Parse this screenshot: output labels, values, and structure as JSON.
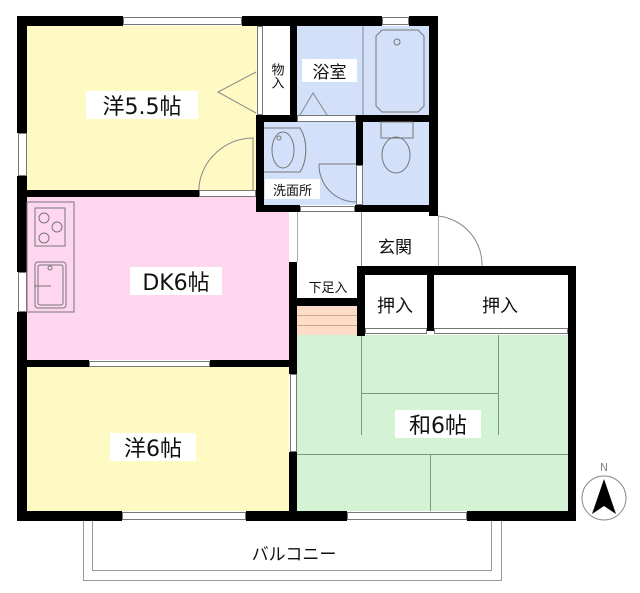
{
  "floorplan": {
    "rooms": {
      "western_bedroom_1": {
        "label": "洋5.5帖",
        "color": "#fff9c4"
      },
      "dining_kitchen": {
        "label": "DK6帖",
        "color": "#ffd6f0"
      },
      "western_bedroom_2": {
        "label": "洋6帖",
        "color": "#fff9c4"
      },
      "japanese_room": {
        "label": "和6帖",
        "color": "#d4f2d4"
      },
      "bathroom": {
        "label": "浴室",
        "color": "#d3e0fa"
      },
      "washroom": {
        "label": "洗面所",
        "color": "#d3e0fa"
      },
      "toilet": {
        "label": "",
        "color": "#d3e0fa"
      },
      "entrance": {
        "label": "玄関"
      },
      "shoe_storage": {
        "label": "下足入"
      },
      "storage_small": {
        "label": "物入"
      },
      "closet_1": {
        "label": "押入"
      },
      "closet_2": {
        "label": "押入"
      },
      "balcony": {
        "label": "バルコニー"
      }
    },
    "compass": {
      "label": "N"
    },
    "colors": {
      "wall": "#000000",
      "step": "#fddcc8",
      "tatami_line": "#7a9a7a"
    }
  }
}
